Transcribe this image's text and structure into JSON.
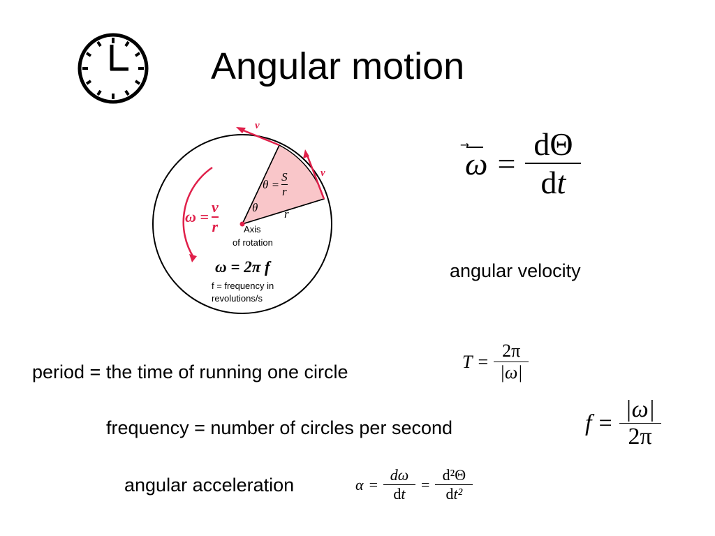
{
  "title": "Angular motion",
  "diagram": {
    "v_label_top": "v",
    "v_label_right": "v",
    "theta_eq_lhs": "θ =",
    "theta_eq_num": "S",
    "theta_eq_den": "r",
    "theta": "θ",
    "r": "r",
    "omega_eq_lhs": "ω =",
    "omega_eq_num": "v",
    "omega_eq_den": "r",
    "axis_line1": "Axis",
    "axis_line2": "of rotation",
    "omega_2pif": "ω = 2π f",
    "freq_line1": "f = frequency in",
    "freq_line2": "revolutions/s",
    "accent_color": "#e0204a",
    "sector_fill": "#f9c6c9"
  },
  "angular_velocity": {
    "lhs": "ω",
    "equals": "=",
    "num": "dΘ",
    "den_d": "d",
    "den_t": "t",
    "label": "angular velocity"
  },
  "period": {
    "label": "period = the time of running one circle",
    "lhs": "T",
    "equals": "=",
    "num": "2π",
    "den": "|ω|"
  },
  "frequency": {
    "label": "frequency = number of circles per second",
    "lhs": "f",
    "equals": "=",
    "num": "|ω|",
    "den": "2π"
  },
  "angular_acceleration": {
    "label": "angular acceleration",
    "lhs": "α",
    "eq1": "=",
    "num1": "dω",
    "den1_d": "d",
    "den1_t": "t",
    "eq2": "=",
    "num2": "d²Θ",
    "den2_d": "d",
    "den2_t": "t²"
  }
}
